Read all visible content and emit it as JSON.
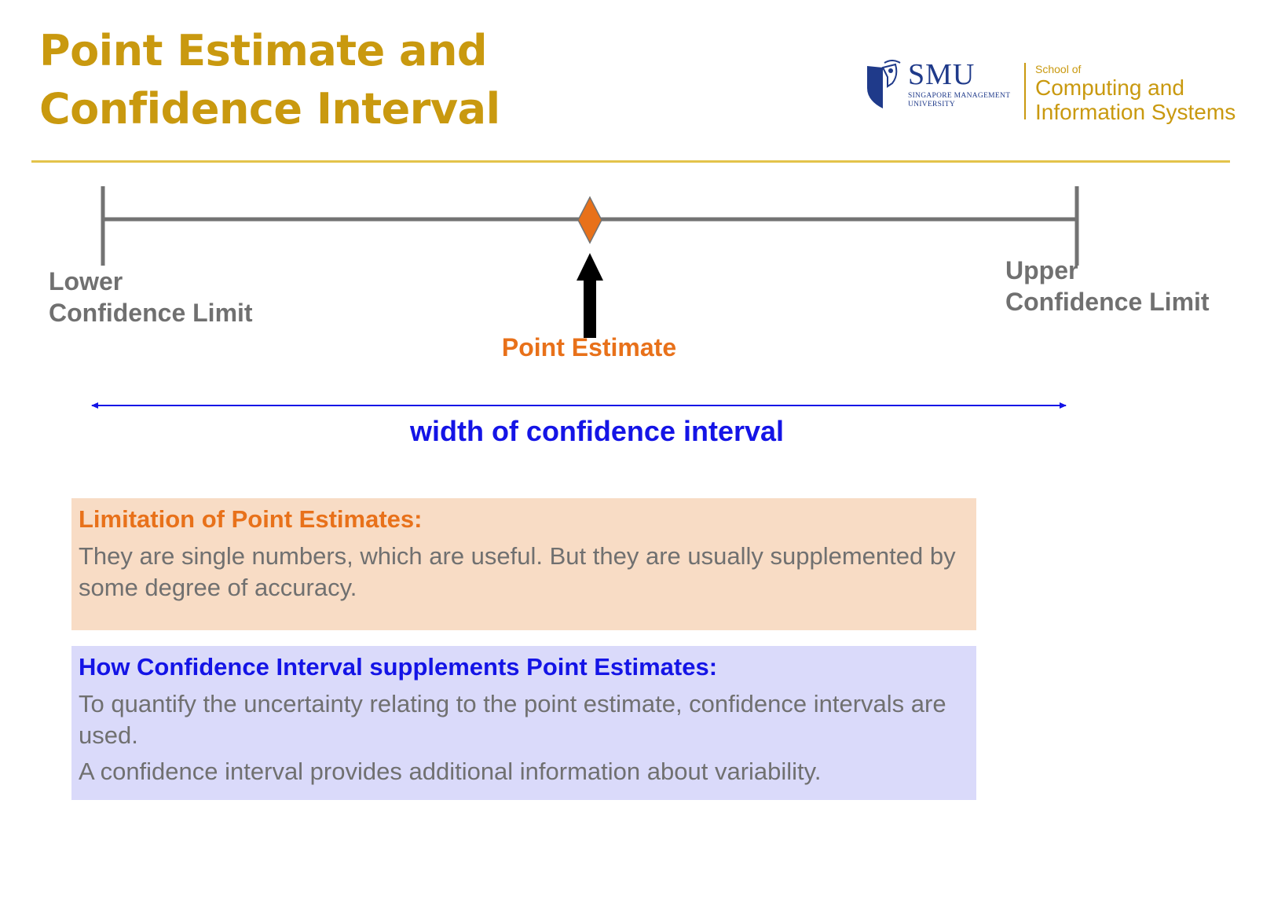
{
  "title": "Point Estimate and Confidence Interval",
  "logo": {
    "university_abbr": "SMU",
    "university_name": "SINGAPORE MANAGEMENT UNIVERSITY",
    "school_of": "School of",
    "school_name": "Computing and Information Systems"
  },
  "diagram": {
    "lower_label": "Lower Confidence Limit",
    "upper_label": "Upper Confidence Limit",
    "point_label": "Point Estimate",
    "width_label": "width of confidence interval"
  },
  "boxes": {
    "limitation": {
      "heading": "Limitation of Point Estimates:",
      "text": "They are single numbers, which are useful. But they are usually supplemented by some degree of accuracy."
    },
    "confidence": {
      "heading": "How Confidence Interval supplements Point Estimates:",
      "text1": "To quantify the uncertainty relating to the point estimate, confidence intervals are used.",
      "text2": "A confidence interval provides additional information about variability."
    }
  },
  "colors": {
    "title": "#C9990F",
    "rule": "#E3C34B",
    "gray_text": "#707070",
    "line_gray": "#737373",
    "orange": "#E8711A",
    "blue": "#1414E6",
    "black": "#000000",
    "orange_box_bg": "#F8DCC5",
    "blue_box_bg": "#DADAFA",
    "smu_blue": "#1F3A8A",
    "school_gold": "#C9990F"
  }
}
